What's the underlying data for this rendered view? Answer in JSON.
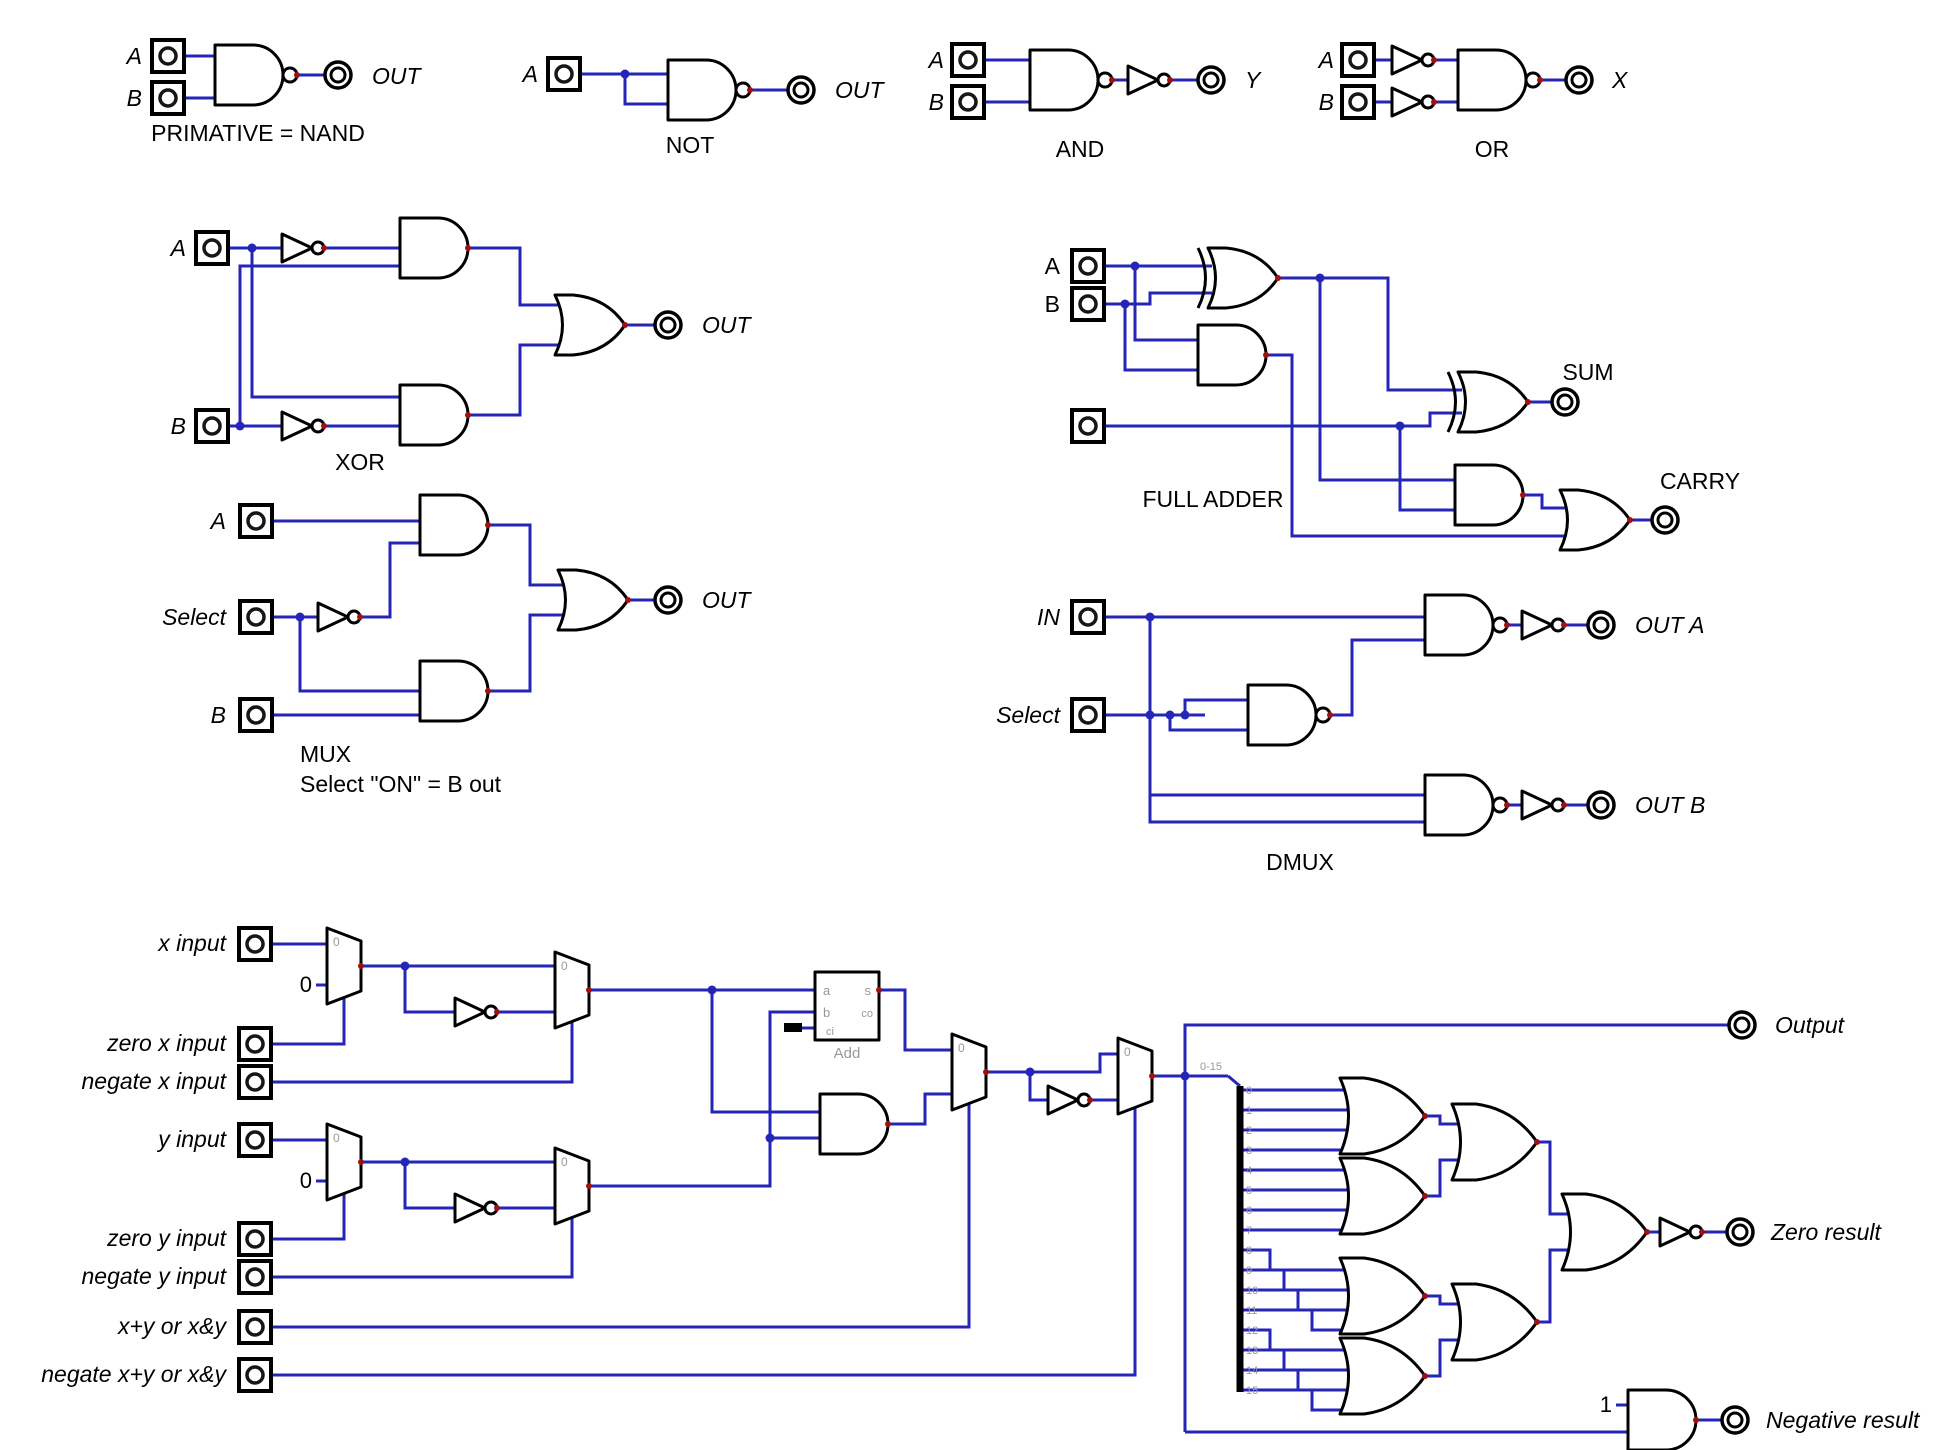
{
  "sections": {
    "nand": {
      "title": "PRIMATIVE = NAND",
      "a": "A",
      "b": "B",
      "out": "OUT"
    },
    "not": {
      "title": "NOT",
      "a": "A",
      "out": "OUT"
    },
    "and": {
      "title": "AND",
      "a": "A",
      "b": "B",
      "out": "Y"
    },
    "or": {
      "title": "OR",
      "a": "A",
      "b": "B",
      "out": "X"
    },
    "xor": {
      "title": "XOR",
      "a": "A",
      "b": "B",
      "out": "OUT"
    },
    "mux": {
      "title": "MUX",
      "subtitle": "Select \"ON\" = B out",
      "a": "A",
      "select": "Select",
      "b": "B",
      "out": "OUT"
    },
    "full_adder": {
      "title": "FULL ADDER",
      "a": "A",
      "b": "B",
      "sum": "SUM",
      "carry": "CARRY"
    },
    "dmux": {
      "title": "DMUX",
      "in": "IN",
      "select": "Select",
      "out_a": "OUT A",
      "out_b": "OUT B"
    },
    "alu": {
      "inputs": {
        "x": "x input",
        "zero_x": "zero x input",
        "negate_x": "negate x input",
        "y": "y input",
        "zero_y": "zero y input",
        "negate_y": "negate y input",
        "f": "x+y or x&y",
        "negate_f": "negate x+y or x&y"
      },
      "outputs": {
        "output": "Output",
        "zero": "Zero result",
        "negative": "Negative result"
      },
      "const_zero": "0",
      "const_one": "1",
      "mux_index": "0",
      "splitter_label": "0-15",
      "adder": {
        "label": "Add",
        "pin_a": "a",
        "pin_b": "b",
        "pin_s": "s",
        "pin_co": "co",
        "pin_ci": "ci"
      },
      "bus_bits": [
        "0",
        "1",
        "2",
        "3",
        "4",
        "5",
        "6",
        "7",
        "8",
        "9",
        "10",
        "11",
        "12",
        "13",
        "14",
        "15"
      ]
    }
  }
}
